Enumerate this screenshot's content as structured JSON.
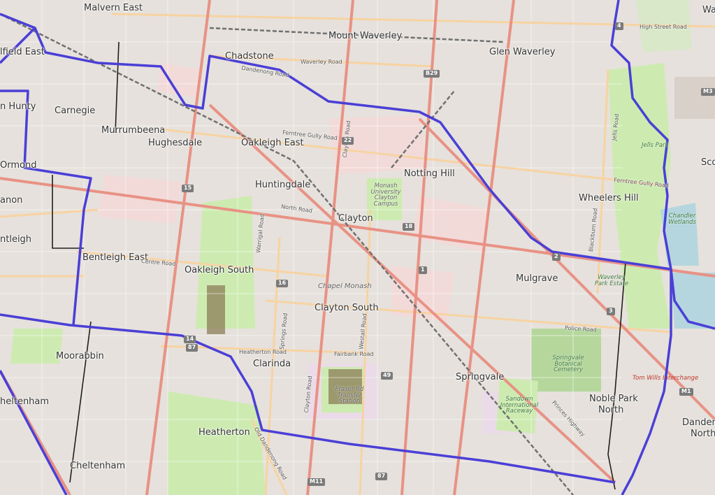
{
  "colors": {
    "land": "#f2efe9",
    "residential": "#e6e1dc",
    "commercial": "#f2dad9",
    "park": "#cdebb0",
    "industrial": "#ebdbe8",
    "wetland": "#a9d3df",
    "arterial": "#e89285",
    "secondary": "#f7d3a2",
    "railway": "#707070",
    "boundary": "#4a3fd6",
    "thin_boundary": "#1f1f1f"
  },
  "suburbs": [
    "Malvern East",
    "Mount Waverley",
    "Glen Waverley",
    "Chadstone",
    "lfield East",
    "n Hunty",
    "Carnegie",
    "Murrumbeena",
    "Hughesdale",
    "Oakleigh East",
    "Ormond",
    "Notting Hill",
    "Huntingdale",
    "Wheelers Hill",
    "anon",
    "ntleigh",
    "Clayton",
    "Bentleigh East",
    "Oakleigh South",
    "Mulgrave",
    "Clayton South",
    "Moorabbin",
    "Clarinda",
    "Springvale",
    "Noble Park",
    "North",
    "Dandeno",
    "North",
    "heltenham",
    "Heatherton",
    "Cheltenham",
    "Wa",
    "Sco"
  ],
  "roads": [
    "High Street Road",
    "Waverley Road",
    "Dandenong Road",
    "Ferntree Gully Road",
    "Ferntree Gully Road",
    "North Road",
    "Centre Road",
    "Police Road",
    "Heatherton Road",
    "Fairbank Road",
    "Clayton Road",
    "Warrigal Road",
    "Springs Road",
    "Westall Road",
    "Blackburn Road",
    "Jells Road",
    "Princes Highway",
    "Old Dandenong Road",
    "Clayton Road"
  ],
  "parks": [
    "Jells Park",
    "Chandler Wetlands",
    "Waverley Park Estate",
    "Springvale Botanical Cemetery",
    "Sandown International Raceway",
    "Fraser Rd Transfer Station"
  ],
  "campus": [
    "Monash University Clayton Campus"
  ],
  "areas": [
    "Chapel Monash"
  ],
  "interchange": "Tom Wills Interchange",
  "shields": [
    "B29",
    "22",
    "15",
    "18",
    "16",
    "1",
    "14",
    "87",
    "49",
    "87",
    "M11",
    "M3",
    "4",
    "M1",
    "2",
    "3"
  ]
}
